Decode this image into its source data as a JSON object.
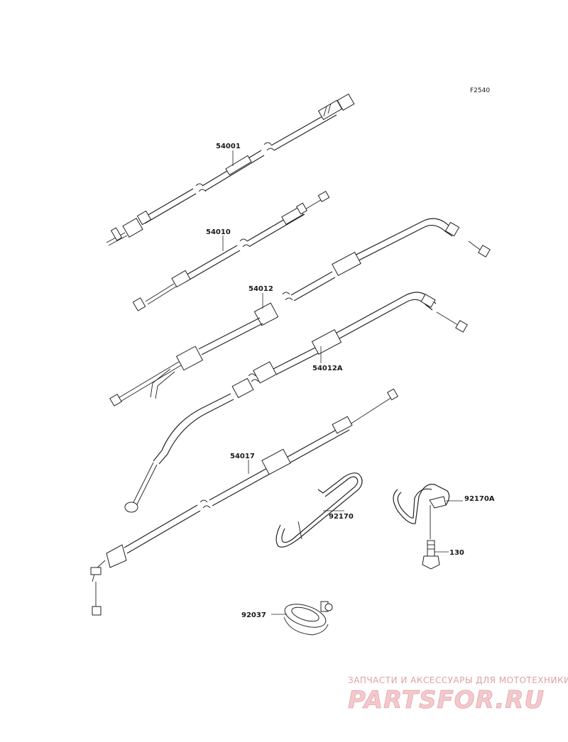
{
  "figure_code": "F2540",
  "parts": [
    {
      "id": "p54001",
      "number": "54001"
    },
    {
      "id": "p54010",
      "number": "54010"
    },
    {
      "id": "p54012",
      "number": "54012"
    },
    {
      "id": "p54012A",
      "number": "54012A"
    },
    {
      "id": "p54017",
      "number": "54017"
    },
    {
      "id": "p92170",
      "number": "92170"
    },
    {
      "id": "p92170A",
      "number": "92170A"
    },
    {
      "id": "p130",
      "number": "130"
    },
    {
      "id": "p92037",
      "number": "92037"
    }
  ],
  "watermark": {
    "tagline": "ЗАПЧАСТИ И АКСЕССУАРЫ ДЛЯ МОТОТЕХНИКИ",
    "logo": "PARTSFOR.RU"
  }
}
